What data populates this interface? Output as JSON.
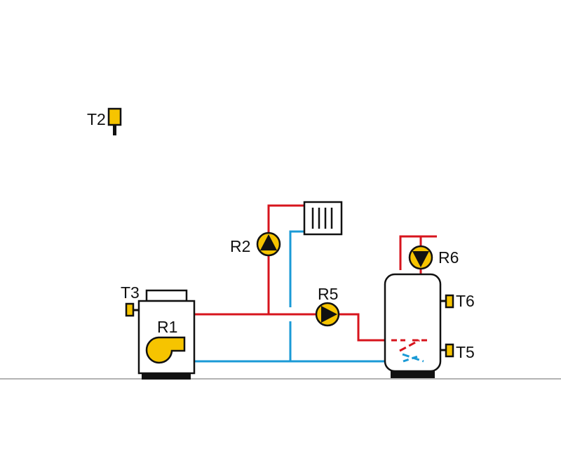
{
  "labels": {
    "t2": "T2",
    "t3": "T3",
    "r1": "R1",
    "r2": "R2",
    "r5": "R5",
    "r6": "R6",
    "t6": "T6",
    "t5": "T5"
  },
  "colors": {
    "hot_pipe": "#d7141d",
    "cold_pipe": "#1a9ad6",
    "component_yellow": "#f6c400",
    "outline": "#111111",
    "floor": "#9a9a9a"
  },
  "icons": {
    "boiler_burner": "burner-icon",
    "pump": "pump-icon",
    "radiator": "radiator-icon",
    "sensor": "temperature-sensor-icon"
  }
}
